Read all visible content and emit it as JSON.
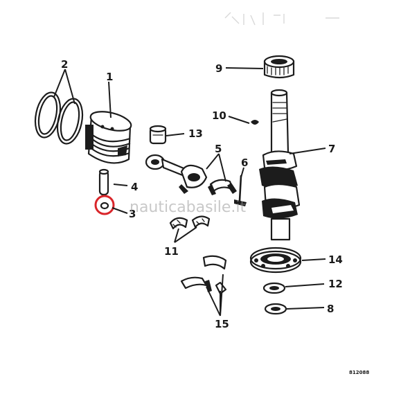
{
  "diagram": {
    "part_code": "812088",
    "watermark": "nauticabasile.it",
    "highlight_color": "#d9252a",
    "ink_color": "#1c1c1c",
    "callouts": {
      "c1": "1",
      "c2": "2",
      "c3": "3",
      "c4": "4",
      "c5": "5",
      "c6": "6",
      "c7": "7",
      "c8": "8",
      "c9": "9",
      "c10": "10",
      "c11": "11",
      "c12": "12",
      "c13": "13",
      "c14": "14",
      "c15": "15"
    }
  }
}
